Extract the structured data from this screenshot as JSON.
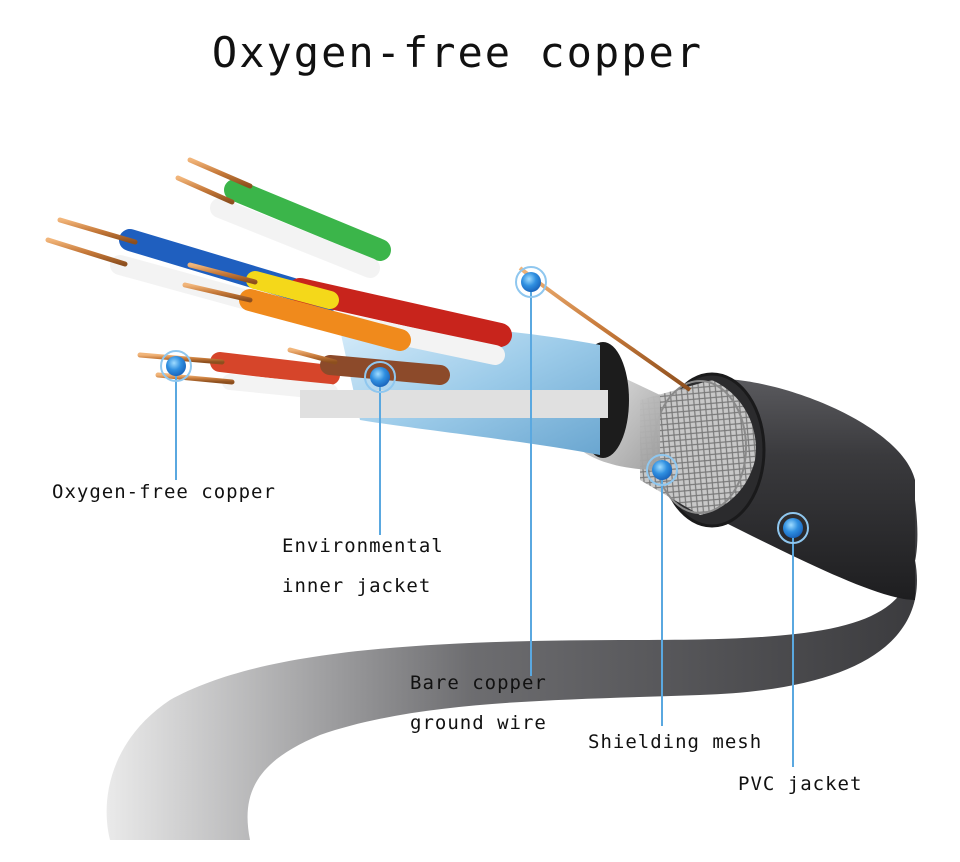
{
  "title": "Oxygen-free copper",
  "labels": {
    "conductor": "Oxygen-free copper",
    "inner_jacket_line1": "Environmental",
    "inner_jacket_line2": "inner jacket",
    "ground_line1": "Bare copper",
    "ground_line2": "ground wire",
    "shielding": "Shielding mesh",
    "pvc": "PVC jacket"
  },
  "colors": {
    "cable": "#3a3a3c",
    "copper": "#d08a4c",
    "foil": "#a9d2ec",
    "callout": "#5aa8e0"
  },
  "pairs": [
    {
      "color": "#3bb54a"
    },
    {
      "color": "#1f5fbf"
    },
    {
      "color": "#c8241c"
    },
    {
      "color": "#f08a1c"
    },
    {
      "color": "#f4d81a"
    },
    {
      "color": "#d6452a"
    }
  ]
}
